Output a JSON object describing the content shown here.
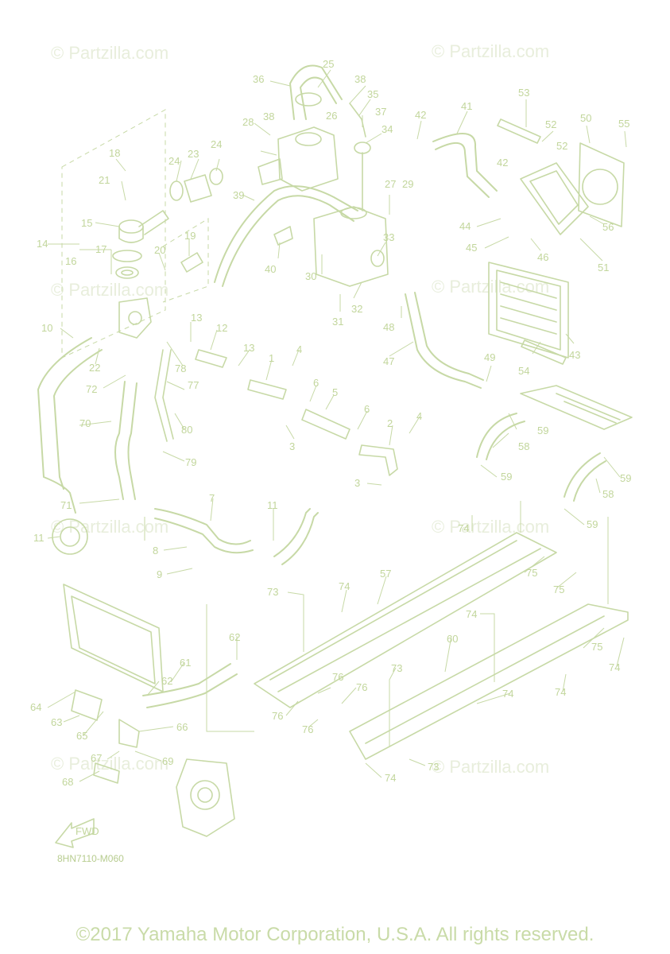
{
  "watermark": {
    "text": "© Partzilla.com"
  },
  "diagram_code": "8HN7110-M060",
  "copyright": "©2017 Yamaha Motor Corporation, U.S.A. All rights reserved.",
  "fwd_label": "FWD",
  "callouts": [
    "1",
    "2",
    "3",
    "4",
    "5",
    "6",
    "7",
    "8",
    "9",
    "10",
    "11",
    "12",
    "13",
    "14",
    "15",
    "16",
    "17",
    "18",
    "19",
    "20",
    "21",
    "22",
    "23",
    "24",
    "25",
    "26",
    "27",
    "28",
    "29",
    "30",
    "31",
    "32",
    "33",
    "34",
    "35",
    "36",
    "37",
    "38",
    "39",
    "40",
    "41",
    "42",
    "43",
    "44",
    "45",
    "46",
    "47",
    "48",
    "49",
    "50",
    "51",
    "52",
    "53",
    "54",
    "55",
    "56",
    "57",
    "58",
    "59",
    "60",
    "61",
    "62",
    "63",
    "64",
    "65",
    "66",
    "67",
    "68",
    "69",
    "70",
    "71",
    "72",
    "73",
    "74",
    "75",
    "76",
    "77",
    "78",
    "79",
    "80"
  ],
  "colors": {
    "line": "#c7d9a6",
    "text": "#c2d69c",
    "watermark": "#e8eedc"
  }
}
